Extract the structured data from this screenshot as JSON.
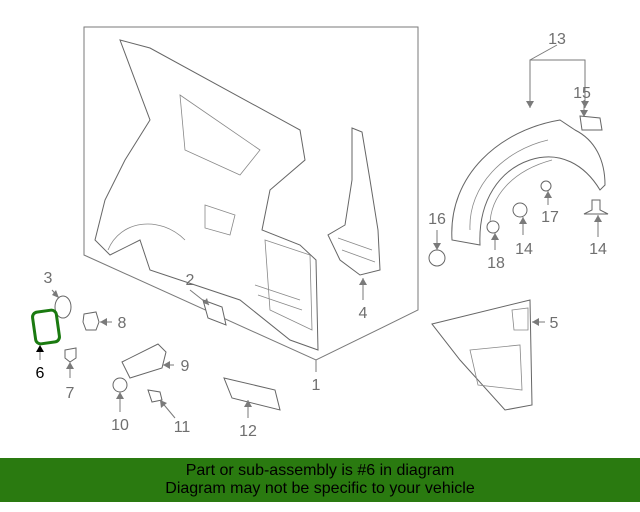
{
  "callouts": {
    "c1": "1",
    "c2": "2",
    "c3": "3",
    "c4": "4",
    "c5": "5",
    "c6": "6",
    "c7": "7",
    "c8": "8",
    "c9": "9",
    "c10": "10",
    "c11": "11",
    "c12": "12",
    "c13": "13",
    "c14a": "14",
    "c14b": "14",
    "c15": "15",
    "c16": "16",
    "c17": "17",
    "c18": "18"
  },
  "highlight": {
    "part_number": "6",
    "color": "#1a7a10"
  },
  "banner": {
    "line1": "Part or sub-assembly is #6 in diagram",
    "line2": "Diagram may not be specific to your vehicle",
    "background": "#2a7a10"
  }
}
